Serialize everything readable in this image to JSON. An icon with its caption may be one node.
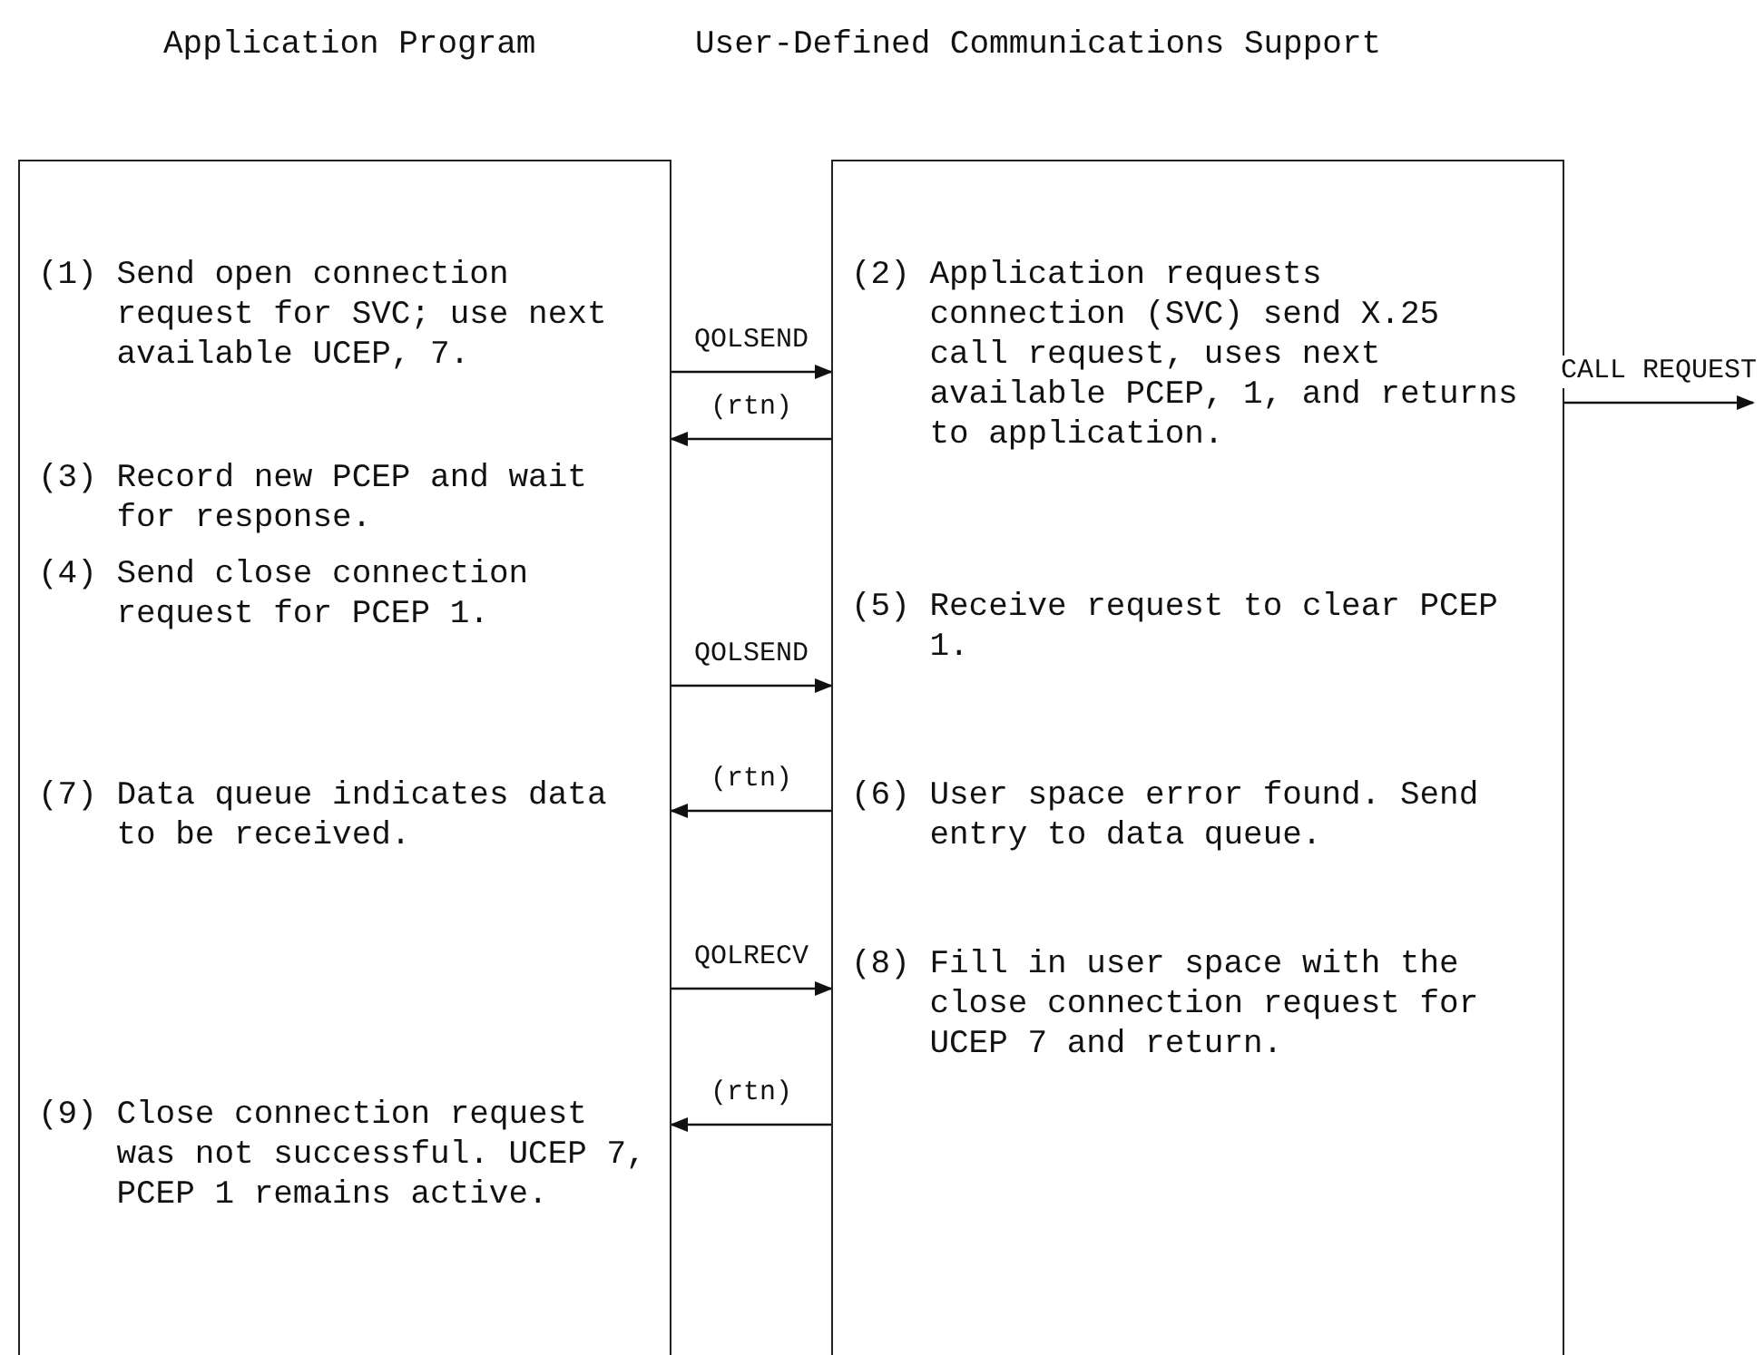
{
  "diagram": {
    "nodes": [
      {
        "text": [
          "Application Program",
          "(1) Send open connection request for SVC; use next available UCEP, 7.",
          "(3) Record new PCEP and wait for response.",
          "(4) Send close connection request for PCEP 1.",
          "(7) Data queue indicates data to be received.",
          "(9) Close connection request was not successful. UCEP 7, PCEP 1 remains active."
        ]
      },
      {
        "text": [
          "User-Defined Communications Support",
          "(2) Application requests connection (SVC) send X.25 call request, uses next available PCEP, 1, and returns to application.",
          "(5) Receive request to clear PCEP 1.",
          "(6) User space error found. Send entry to data queue.",
          "(8) Fill in user space with the close connection request for UCEP 7 and return."
        ]
      }
    ],
    "edges": [
      {
        "from": 0,
        "to": 1,
        "arrow": "to",
        "label": "QOLSEND"
      },
      {
        "from": 1,
        "to": null,
        "arrow": "to",
        "label": "CALL REQUEST"
      },
      {
        "from": 1,
        "to": 0,
        "arrow": "to",
        "label": "(rtn)"
      },
      {
        "from": 0,
        "to": 1,
        "arrow": "to",
        "label": "QOLSEND"
      },
      {
        "from": 1,
        "to": 0,
        "arrow": "to",
        "label": "(rtn)"
      },
      {
        "from": 0,
        "to": 1,
        "arrow": "to",
        "label": "QOLRECV"
      },
      {
        "from": 1,
        "to": 0,
        "arrow": "to",
        "label": "(rtn)"
      }
    ]
  }
}
